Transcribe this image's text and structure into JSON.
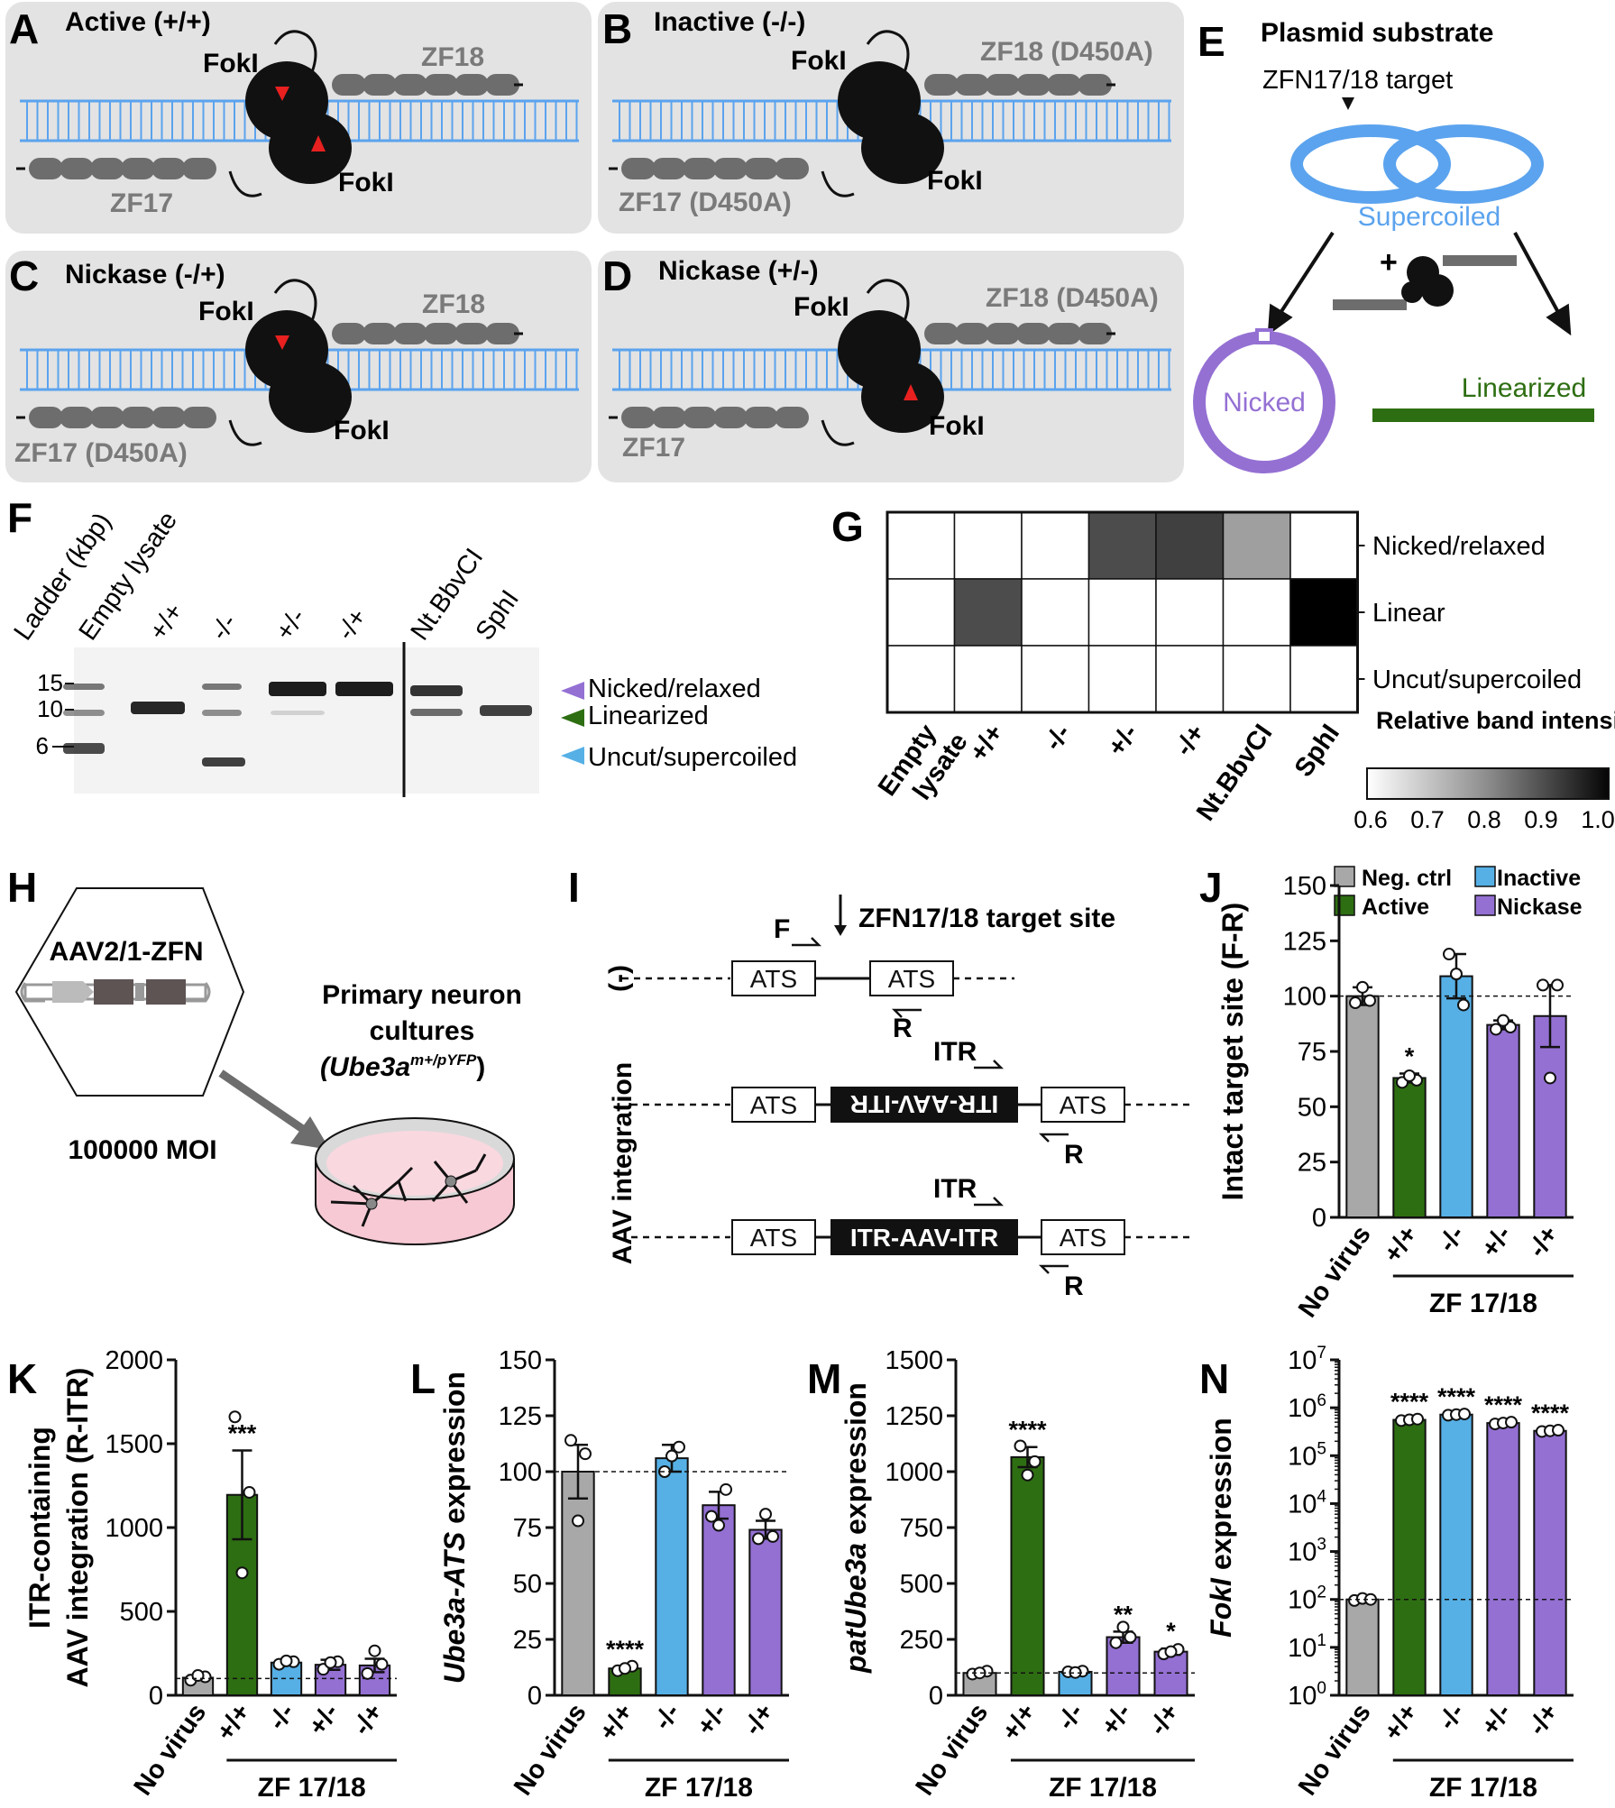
{
  "colors": {
    "gray": "#a8a8a8",
    "green": "#2e6e12",
    "blue": "#56b0e6",
    "purple": "#9470d3",
    "dna": "#5ba3ee",
    "zf": "#6d6d6d",
    "panel_bg": "#e3e3e3"
  },
  "panels": {
    "A": {
      "label": "A",
      "title": "Active (+/+)",
      "fok_top": "FokI",
      "fok_bot": "FokI",
      "zf_top": "ZF18",
      "zf_bot": "ZF17"
    },
    "B": {
      "label": "B",
      "title": "Inactive (-/-)",
      "fok_top": "FokI",
      "fok_bot": "FokI",
      "zf_top": "ZF18 (D450A)",
      "zf_bot": "ZF17 (D450A)"
    },
    "C": {
      "label": "C",
      "title": "Nickase (-/+)",
      "fok_top": "FokI",
      "fok_bot": "FokI",
      "zf_top": "ZF18",
      "zf_bot": "ZF17 (D450A)"
    },
    "D": {
      "label": "D",
      "title": "Nickase (+/-)",
      "fok_top": "FokI",
      "fok_bot": "FokI",
      "zf_top": "ZF18 (D450A)",
      "zf_bot": "ZF17"
    },
    "E": {
      "label": "E",
      "title": "Plasmid substrate",
      "target": "ZFN17/18 target",
      "plus": "+",
      "supercoiled": "Supercoiled",
      "nicked": "Nicked",
      "linearized": "Linearized"
    },
    "F": {
      "label": "F",
      "lanes": [
        "Ladder (kbp)",
        "Empty lysate",
        "+/+",
        "-/-",
        "+/-",
        "-/+",
        "Nt.BbvCI",
        "SphI"
      ],
      "ladder": [
        "15",
        "10",
        "6"
      ],
      "bands": [
        "Nicked/relaxed",
        "Linearized",
        "Uncut/supercoiled"
      ]
    },
    "G": {
      "label": "G",
      "columns": [
        "Empty lysate",
        "+/+",
        "-/-",
        "+/-",
        "-/+",
        "Nt.BbvCI",
        "SphI"
      ],
      "rows": [
        "Nicked/relaxed",
        "Linear",
        "Uncut/supercoiled"
      ],
      "intensity": [
        [
          0.6,
          0.6,
          0.6,
          0.88,
          0.9,
          0.75,
          0.6
        ],
        [
          0.6,
          0.88,
          0.6,
          0.6,
          0.6,
          0.6,
          1.0
        ],
        [
          0.6,
          0.6,
          0.6,
          0.6,
          0.6,
          0.6,
          0.6
        ]
      ],
      "scale_title": "Relative band intensity:",
      "scale_ticks": [
        "0.6",
        "0.7",
        "0.8",
        "0.9",
        "1.0"
      ]
    },
    "H": {
      "label": "H",
      "vector": "AAV2/1-ZFN",
      "moi": "100000 MOI",
      "cultures_l1": "Primary neuron",
      "cultures_l2": "cultures",
      "genotype": "(Ube3a",
      "genotype_sup": "m+/pYFP",
      "genotype_end": ")"
    },
    "I": {
      "label": "I",
      "target": "ZFN17/18 target site",
      "minus": "(-)",
      "integration": "AAV integration",
      "F": "F",
      "R": "R",
      "ATS": "ATS",
      "ITR": "ITR",
      "cassette": "ITR-AAV-ITR"
    },
    "J": {
      "label": "J",
      "legend": [
        "Neg. ctrl",
        "Inactive",
        "Active",
        "Nickase"
      ]
    }
  },
  "chart_data": [
    {
      "panel": "J",
      "type": "bar",
      "ylabel": "Intact target site (F-R)",
      "ylim": [
        0,
        150
      ],
      "yticks": [
        0,
        25,
        50,
        75,
        100,
        125,
        150
      ],
      "categories": [
        "No virus",
        "+/+",
        "-/-",
        "+/-",
        "-/+"
      ],
      "group_label": "ZF 17/18",
      "values": [
        100,
        63,
        109,
        87,
        91
      ],
      "errors": [
        4,
        2,
        10,
        2,
        14
      ],
      "points": [
        [
          97,
          98,
          104
        ],
        [
          61,
          62,
          64
        ],
        [
          119,
          96,
          110
        ],
        [
          85,
          86,
          89
        ],
        [
          105,
          105,
          63
        ]
      ],
      "sig": [
        "",
        "*",
        "",
        "",
        ""
      ],
      "ref_line": 100
    },
    {
      "panel": "K",
      "type": "bar",
      "ylabel": "ITR-containing AAV integration (R-ITR)",
      "ylim": [
        0,
        2000
      ],
      "yticks": [
        0,
        500,
        1000,
        1500,
        2000
      ],
      "categories": [
        "No virus",
        "+/+",
        "-/-",
        "+/-",
        "-/+"
      ],
      "group_label": "ZF 17/18",
      "values": [
        105,
        1195,
        195,
        182,
        178
      ],
      "errors": [
        15,
        265,
        12,
        30,
        40
      ],
      "points": [
        [
          90,
          110,
          118
        ],
        [
          1660,
          1210,
          730
        ],
        [
          185,
          200,
          205
        ],
        [
          155,
          200,
          195
        ],
        [
          130,
          185,
          265
        ]
      ],
      "sig": [
        "",
        "***",
        "",
        "",
        ""
      ],
      "ref_line": 100
    },
    {
      "panel": "L",
      "type": "bar",
      "ylabel": "Ube3a-ATS expression",
      "ylim": [
        0,
        150
      ],
      "yticks": [
        0,
        25,
        50,
        75,
        100,
        125,
        150
      ],
      "categories": [
        "No virus",
        "+/+",
        "-/-",
        "+/-",
        "-/+"
      ],
      "group_label": "ZF 17/18",
      "values": [
        100,
        12,
        106,
        85,
        74
      ],
      "errors": [
        12,
        1,
        6,
        6,
        4
      ],
      "points": [
        [
          114,
          108,
          78
        ],
        [
          11,
          13,
          12
        ],
        [
          100,
          111,
          107
        ],
        [
          80,
          92,
          76
        ],
        [
          70,
          71,
          81
        ]
      ],
      "sig": [
        "",
        "****",
        "",
        "",
        ""
      ],
      "ref_line": 100
    },
    {
      "panel": "M",
      "type": "bar",
      "ylabel": "patUbe3a expression",
      "ylim": [
        0,
        1500
      ],
      "yticks": [
        0,
        250,
        500,
        750,
        1000,
        1250,
        1500
      ],
      "categories": [
        "No virus",
        "+/+",
        "-/-",
        "+/-",
        "-/+"
      ],
      "group_label": "ZF 17/18",
      "values": [
        100,
        1065,
        105,
        260,
        195
      ],
      "errors": [
        8,
        45,
        6,
        25,
        14
      ],
      "points": [
        [
          95,
          108,
          100
        ],
        [
          1115,
          1045,
          985
        ],
        [
          105,
          108,
          102
        ],
        [
          235,
          260,
          305
        ],
        [
          185,
          205,
          195
        ]
      ],
      "sig": [
        "",
        "****",
        "",
        "**",
        "*"
      ],
      "ref_line": 100
    },
    {
      "panel": "N",
      "type": "bar",
      "yscale": "log",
      "ylabel": "FokI expression",
      "ylim": [
        1,
        10000000
      ],
      "yticks": [
        "10^0",
        "10^1",
        "10^2",
        "10^3",
        "10^4",
        "10^5",
        "10^6",
        "10^7"
      ],
      "categories": [
        "No virus",
        "+/+",
        "-/-",
        "+/-",
        "-/+"
      ],
      "group_label": "ZF 17/18",
      "values": [
        100,
        560000,
        720000,
        480000,
        330000
      ],
      "errors": [
        0,
        0,
        0,
        0,
        0
      ],
      "points": [
        [
          95,
          105,
          100
        ],
        [
          540000,
          560000,
          580000
        ],
        [
          700000,
          720000,
          740000
        ],
        [
          460000,
          480000,
          500000
        ],
        [
          320000,
          330000,
          340000
        ]
      ],
      "sig": [
        "",
        "****",
        "****",
        "****",
        "****"
      ],
      "ref_line": 100
    }
  ]
}
